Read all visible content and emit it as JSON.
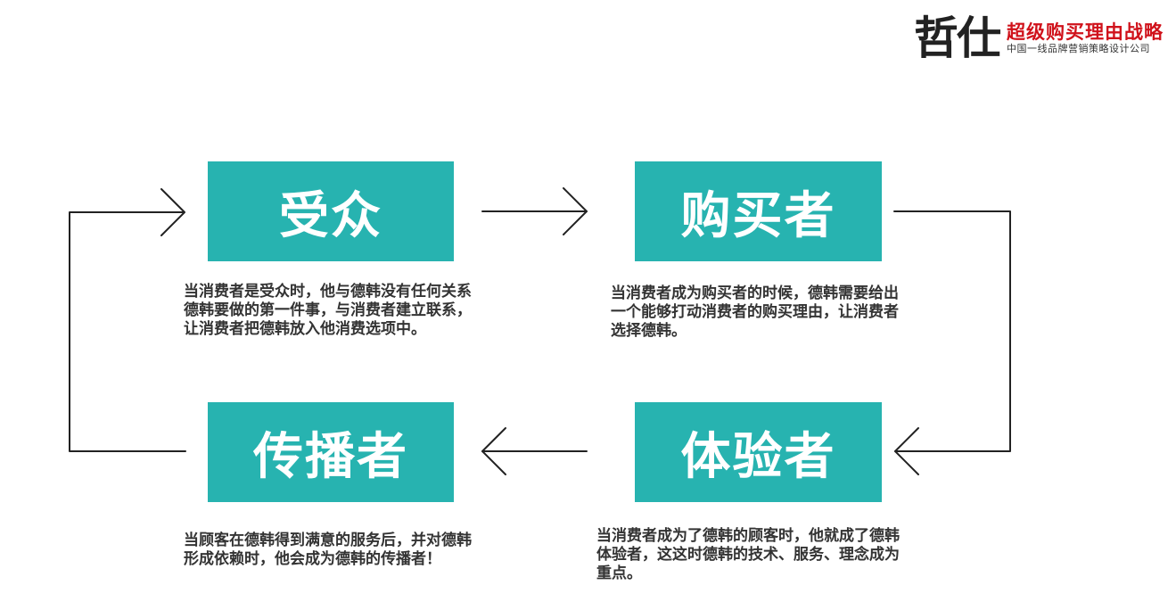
{
  "logo": {
    "mark": "哲仕",
    "slogan": "超级购买理由战略",
    "subtitle": "中国一线品牌营销策略设计公司"
  },
  "colors": {
    "box": "#27b3b0",
    "box_text": "#ffffff",
    "text": "#333333",
    "line": "#222222",
    "brand_red": "#d0121b"
  },
  "stages": {
    "audience": {
      "title": "受众",
      "desc": "当消费者是受众时，他与德韩没有任何关系\n德韩要做的第一件事，与消费者建立联系，\n让消费者把德韩放入他消费选项中。"
    },
    "buyer": {
      "title": "购买者",
      "desc": "当消费者成为购买者的时候，德韩需要给出\n一个能够打动消费者的购买理由，让消费者\n选择德韩。"
    },
    "experience": {
      "title": "体验者",
      "desc": "当消费者成为了德韩的顾客时，他就成了德韩\n体验者，这这时德韩的技术、服务、理念成为\n重点。"
    },
    "spreader": {
      "title": "传播者",
      "desc": "当顾客在德韩得到满意的服务后，并对德韩\n形成依赖时，他会成为德韩的传播者！"
    }
  }
}
